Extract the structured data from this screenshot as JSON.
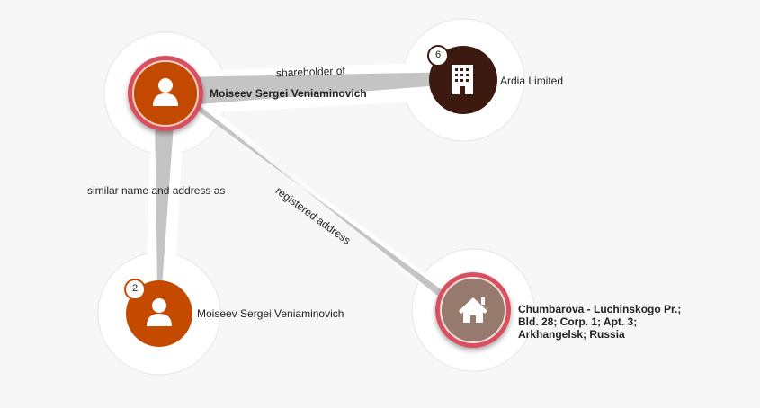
{
  "nodes": {
    "main_person": {
      "label": "Moiseev Sergei Veniaminovich",
      "icon": "person-icon",
      "color": "#c44a00"
    },
    "company": {
      "label": "Ardia Limited",
      "icon": "building-icon",
      "color": "#3d1a10",
      "badge": "6"
    },
    "similar_person": {
      "label": "Moiseev Sergei Veniaminovich",
      "icon": "person-icon",
      "color": "#c44a00",
      "badge": "2"
    },
    "address": {
      "label": "Chumbarova - Luchinskogo Pr.; Bld. 28; Corp. 1; Apt. 3; Arkhangelsk; Russia",
      "icon": "house-icon",
      "color": "#967a6d"
    }
  },
  "edges": {
    "shareholder": "shareholder of",
    "similar": "similar name and address as",
    "registered": "registered address"
  },
  "colors": {
    "ring": "#d9505f",
    "edge": "#c4c4c4",
    "halo": "#ffffff"
  }
}
